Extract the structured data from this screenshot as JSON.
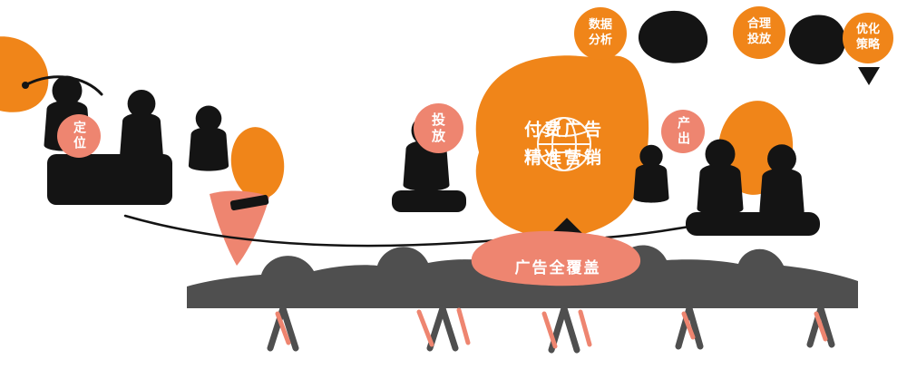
{
  "center": {
    "line1": "付费广告",
    "line2": "精准营销"
  },
  "side_badges": {
    "positioning": "定位",
    "delivery": "投放",
    "output": "产出"
  },
  "top_badges": {
    "data_analysis": "数据分析",
    "reasonable_delivery": "合理投放",
    "optimization_strategy": "优化策略"
  },
  "bottom": {
    "label": "广告全覆盖"
  },
  "colors": {
    "orange": "#f08519",
    "salmon": "#ee8570",
    "silhouette": "#141414",
    "desk_gray": "#4f4f4f",
    "text_white": "#ffffff"
  }
}
